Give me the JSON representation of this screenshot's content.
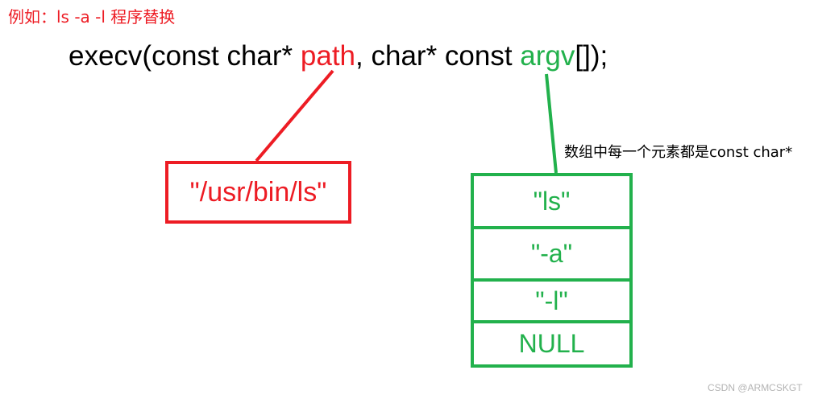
{
  "title": "例如：ls -a -l 程序替换",
  "signature": {
    "prefix": "execv(const char* ",
    "path": "path",
    "middle": ", char* const ",
    "argv": "argv",
    "suffix": "[]);"
  },
  "path_box": {
    "value": "\"/usr/bin/ls\""
  },
  "argv_array": {
    "note": "数组中每一个元素都是const char*",
    "elements": [
      "\"ls\"",
      "\"-a\"",
      "\"-l\"",
      "NULL"
    ]
  },
  "watermark": "CSDN @ARMCSKGT",
  "colors": {
    "red": "#ED1C24",
    "green": "#22B14C"
  }
}
